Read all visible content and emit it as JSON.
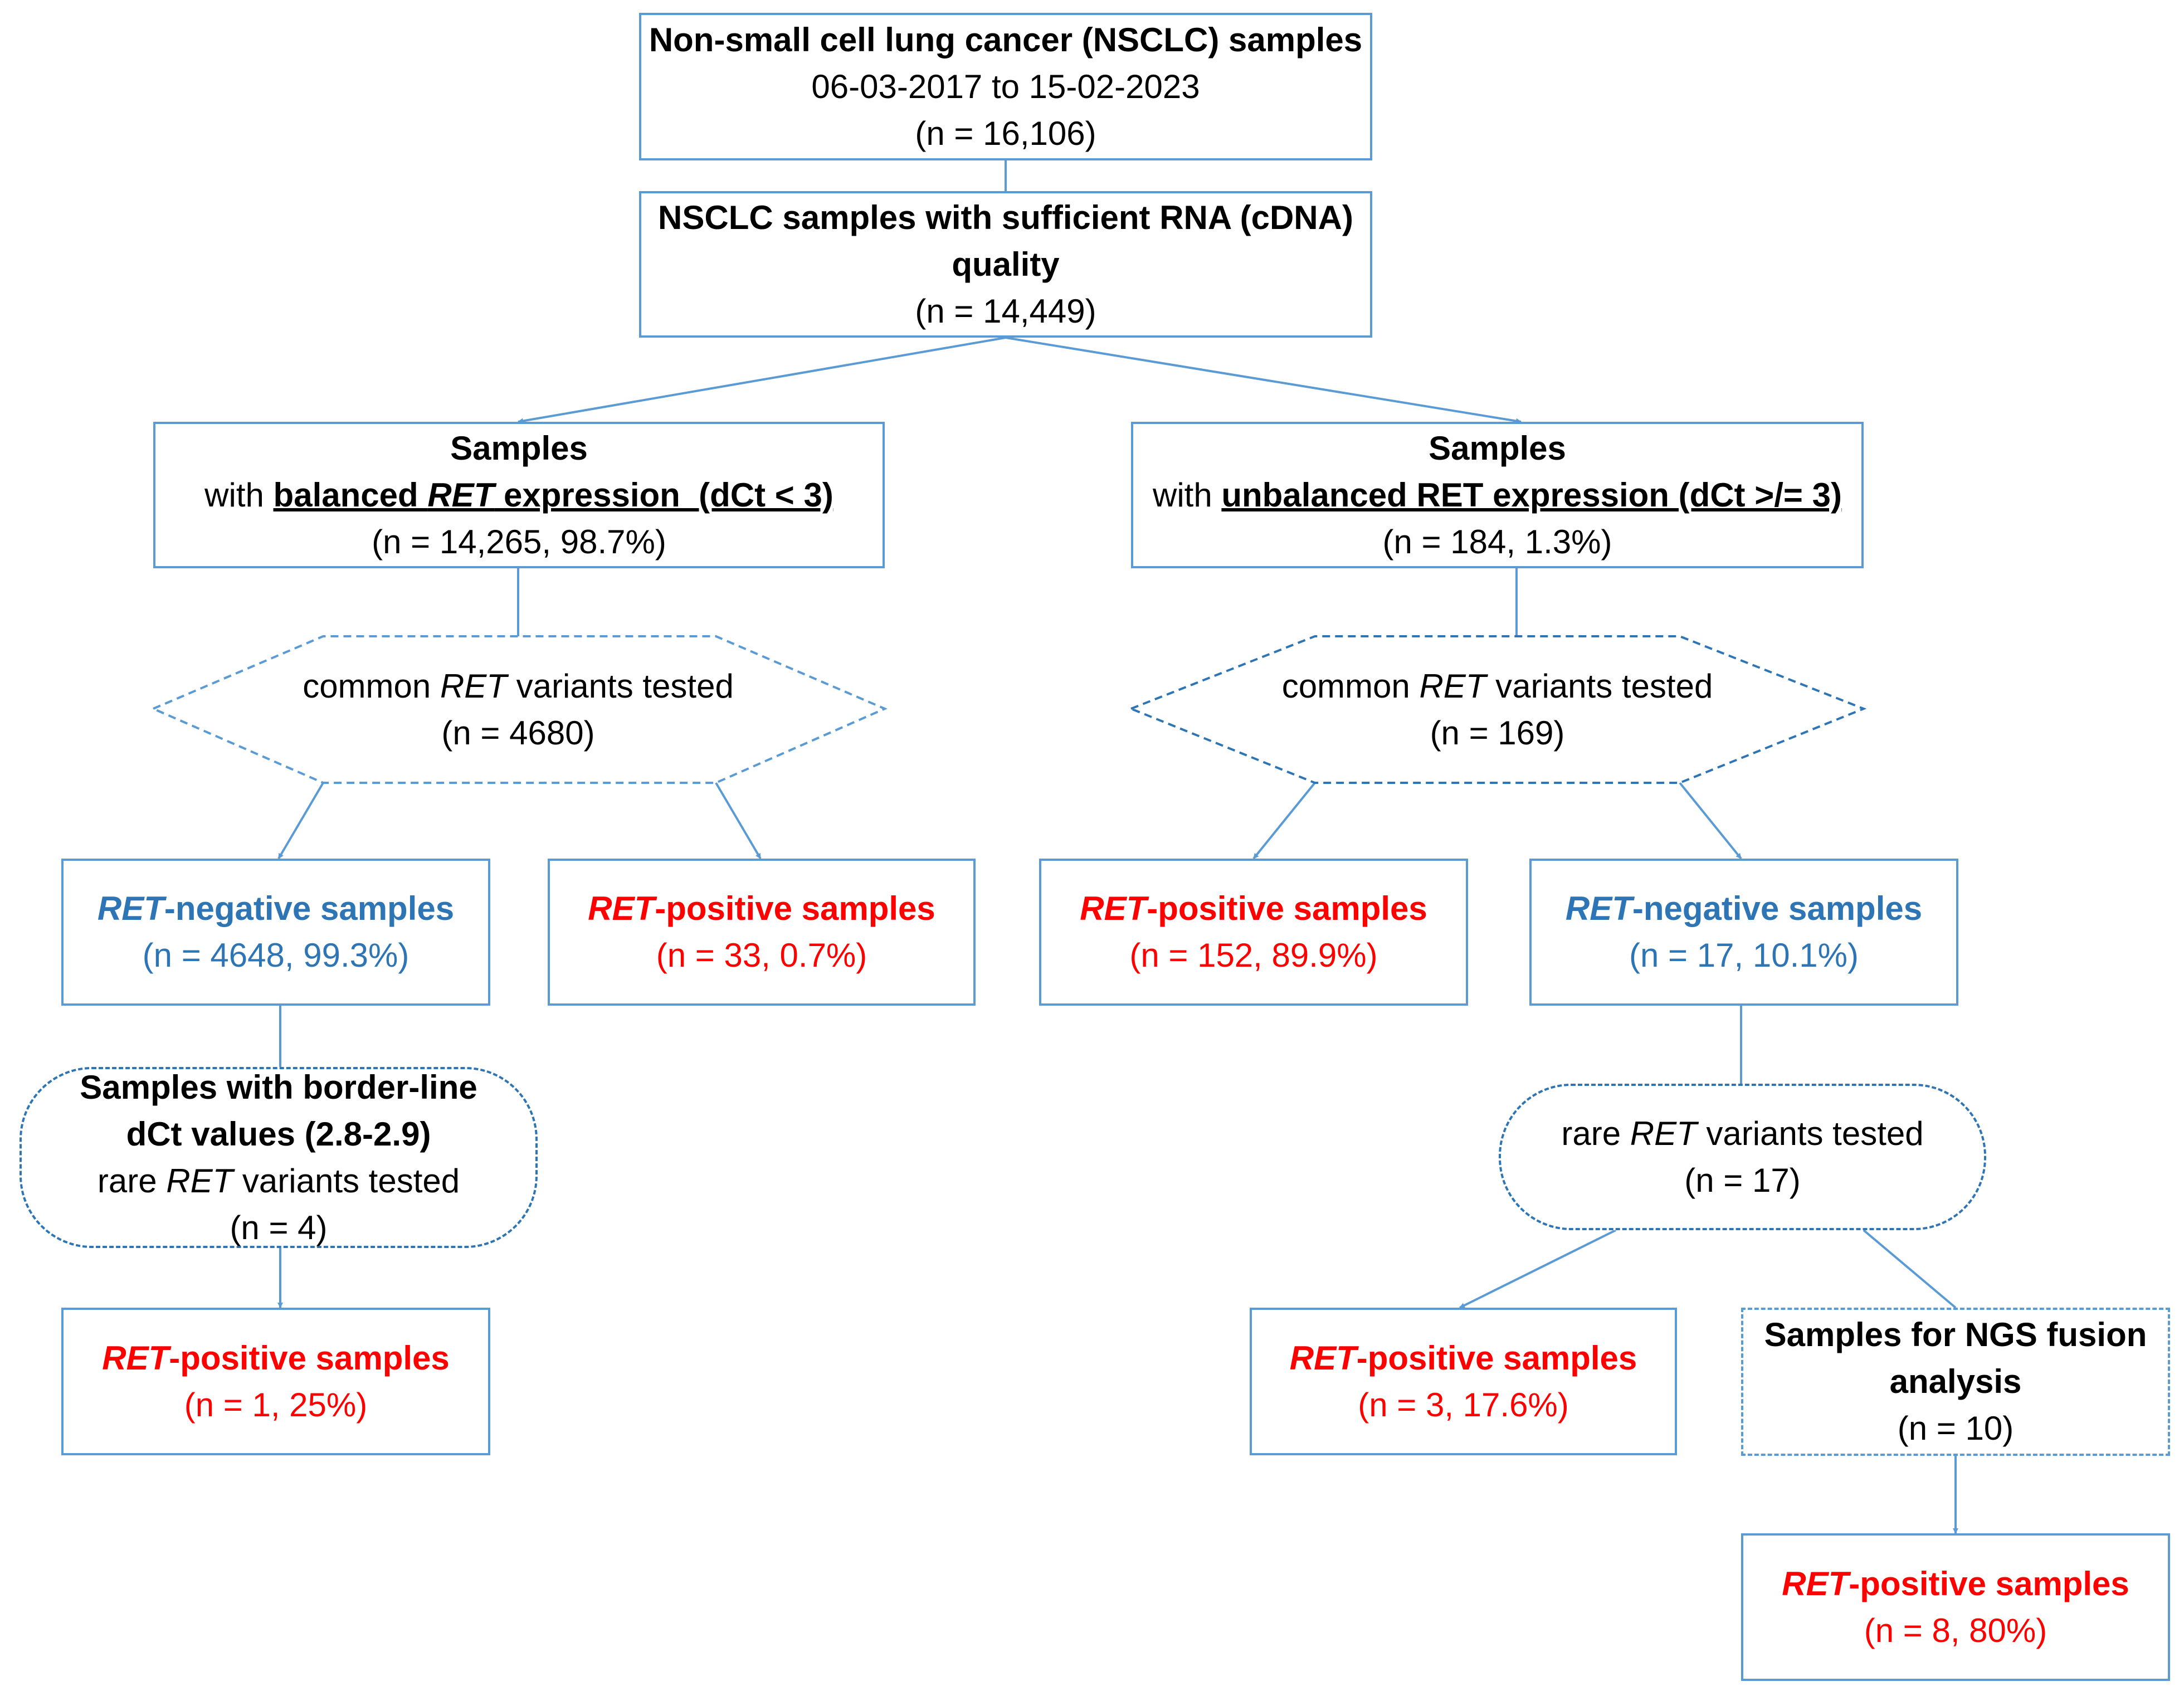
{
  "colors": {
    "box_border": "#5b9bd5",
    "negative_text": "#2e75b6",
    "positive_text": "#ff0000"
  },
  "nodes": {
    "n1": {
      "title": "Non-small cell lung cancer (NSCLC) samples",
      "dates": "06-03-2017 to 15-02-2023",
      "count": "(n = 16,106)"
    },
    "n2": {
      "line1": "NSCLC samples with sufficient RNA (cDNA)",
      "line2": "quality",
      "count": "(n = 14,449)"
    },
    "n3": {
      "title": "Samples",
      "with": "with ",
      "bal_a": "balanced ",
      "ret": "RET",
      "bal_b": " expression  (dCt < 3)",
      "count": "(n = 14,265, 98.7%)"
    },
    "n4": {
      "title": "Samples",
      "with": "with ",
      "unbal": "unbalanced RET expression (dCt >/= 3)",
      "count": "(n = 184, 1.3%)"
    },
    "h1": {
      "pre": "common ",
      "ret": "RET",
      "post": " variants tested",
      "count": "(n = 4680)"
    },
    "h2": {
      "pre": "common ",
      "ret": "RET",
      "post": " variants tested",
      "count": "(n = 169)"
    },
    "n5": {
      "ret": "RET",
      "label": "-negative samples",
      "count": "(n = 4648, 99.3%)"
    },
    "n6": {
      "ret": "RET",
      "label": "-positive samples",
      "count": "(n = 33, 0.7%)"
    },
    "n7": {
      "ret": "RET",
      "label": "-positive samples",
      "count": "(n = 152, 89.9%)"
    },
    "n8": {
      "ret": "RET",
      "label": "-negative samples",
      "count": "(n = 17, 10.1%)"
    },
    "p1": {
      "line1": "Samples with border-line",
      "line2": "dCt values (2.8-2.9)",
      "pre": "rare ",
      "ret": "RET",
      "post": " variants tested",
      "count": "(n = 4)"
    },
    "p2": {
      "pre": "rare ",
      "ret": "RET",
      "post": " variants tested",
      "count": "(n = 17)"
    },
    "n9": {
      "ret": "RET",
      "label": "-positive samples",
      "count": "(n = 1, 25%)"
    },
    "n10": {
      "ret": "RET",
      "label": "-positive samples",
      "count": "(n = 3, 17.6%)"
    },
    "n11": {
      "line1": "Samples for NGS fusion",
      "line2": "analysis",
      "count": "(n = 10)"
    },
    "n12": {
      "ret": "RET",
      "label": "-positive samples",
      "count": "(n = 8, 80%)"
    }
  }
}
